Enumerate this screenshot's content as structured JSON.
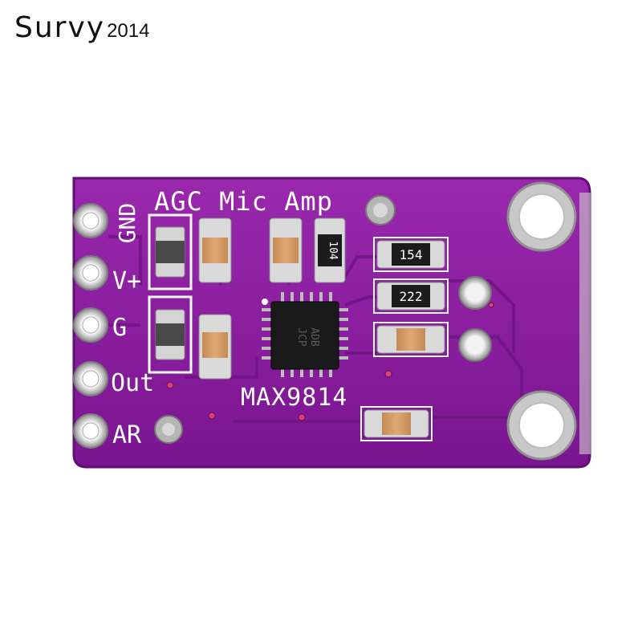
{
  "watermark": {
    "brand": "Survy",
    "year": "2014"
  },
  "board": {
    "title": "AGC Mic Amp",
    "chip_label": "MAX9814",
    "chip_marking_1": "ADB",
    "chip_marking_2": "JCP",
    "resistors": [
      "154",
      "222",
      "104"
    ],
    "pins": [
      "GND",
      "V+",
      "G",
      "Out",
      "AR"
    ],
    "colors": {
      "pcb": "#8a1d9e",
      "pcb_edge": "#5e1170",
      "silk": "#ffffff",
      "pad": "#c9c9c9",
      "chip": "#1a1a1a"
    }
  }
}
